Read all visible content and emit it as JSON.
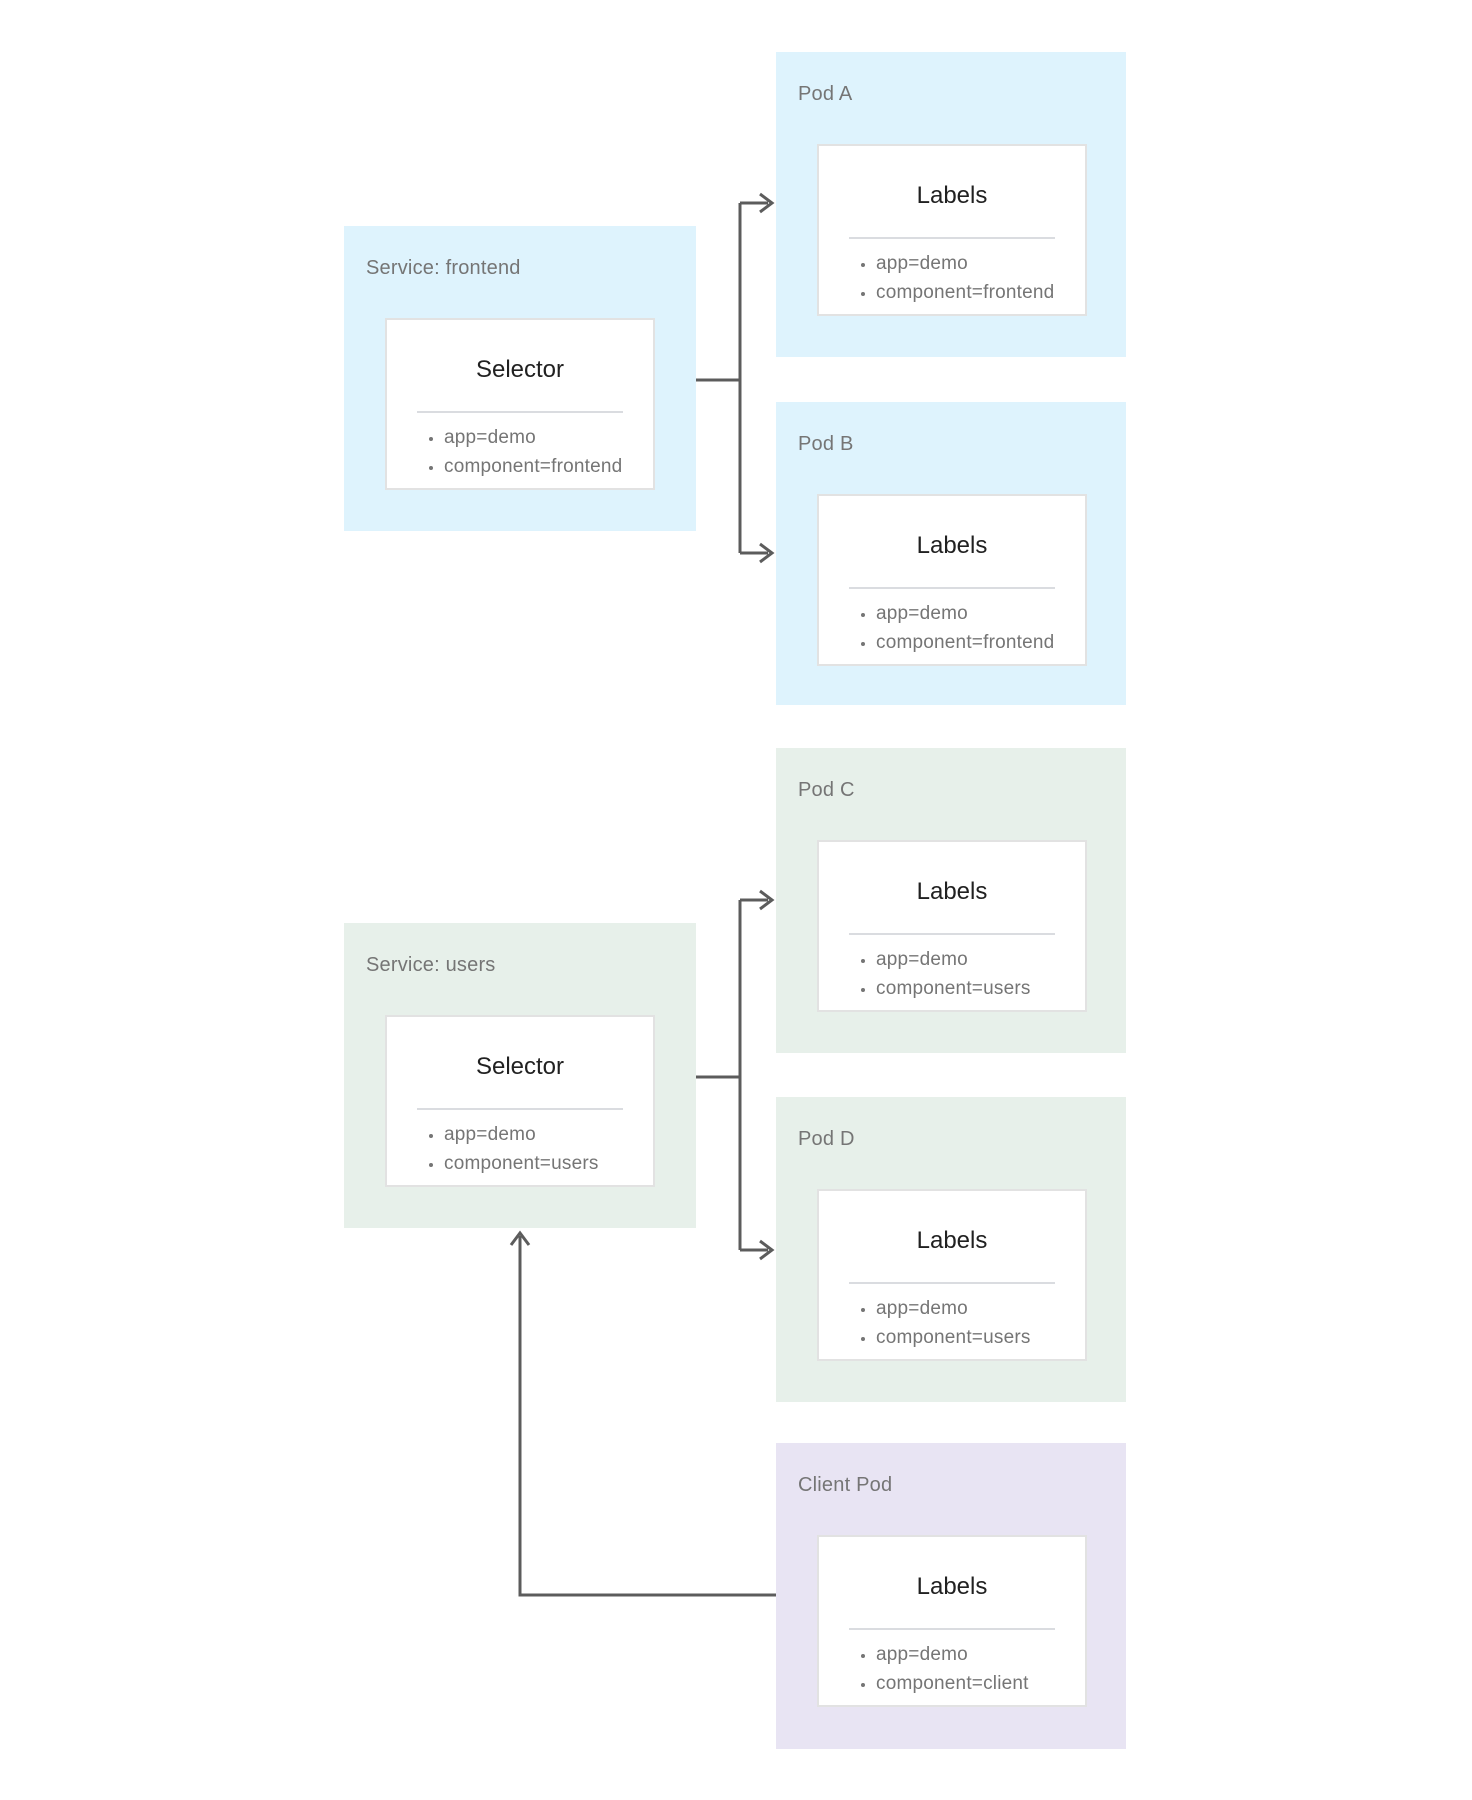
{
  "colors": {
    "service_frontend_bg": "#def3fd",
    "pod_frontend_bg": "#def3fd",
    "service_users_bg": "#e7f0ea",
    "pod_users_bg": "#e7f0ea",
    "client_pod_bg": "#e8e4f3",
    "arrow": "#5c5c5c",
    "node_title_text": "#757575",
    "card_heading_text": "#212121",
    "card_item_text": "#757575",
    "card_border": "#e2e2e2",
    "card_divider": "#dadce0"
  },
  "nodes": [
    {
      "id": "service-frontend",
      "variant": "service_frontend_bg",
      "title": "Service: frontend",
      "card_heading": "Selector",
      "items": [
        "app=demo",
        "component=frontend"
      ]
    },
    {
      "id": "pod-a",
      "variant": "pod_frontend_bg",
      "title": "Pod A",
      "card_heading": "Labels",
      "items": [
        "app=demo",
        "component=frontend"
      ]
    },
    {
      "id": "pod-b",
      "variant": "pod_frontend_bg",
      "title": "Pod B",
      "card_heading": "Labels",
      "items": [
        "app=demo",
        "component=frontend"
      ]
    },
    {
      "id": "pod-c",
      "variant": "pod_users_bg",
      "title": "Pod C",
      "card_heading": "Labels",
      "items": [
        "app=demo",
        "component=users"
      ]
    },
    {
      "id": "service-users",
      "variant": "service_users_bg",
      "title": "Service: users",
      "card_heading": "Selector",
      "items": [
        "app=demo",
        "component=users"
      ]
    },
    {
      "id": "pod-d",
      "variant": "pod_users_bg",
      "title": "Pod D",
      "card_heading": "Labels",
      "items": [
        "app=demo",
        "component=users"
      ]
    },
    {
      "id": "client-pod",
      "variant": "client_pod_bg",
      "title": "Client Pod",
      "card_heading": "Labels",
      "items": [
        "app=demo",
        "component=client"
      ]
    }
  ],
  "connectors": [
    {
      "from": "service-frontend",
      "to": "pod-a"
    },
    {
      "from": "service-frontend",
      "to": "pod-b"
    },
    {
      "from": "service-users",
      "to": "pod-c"
    },
    {
      "from": "service-users",
      "to": "pod-d"
    },
    {
      "from": "client-pod",
      "to": "service-users"
    }
  ]
}
